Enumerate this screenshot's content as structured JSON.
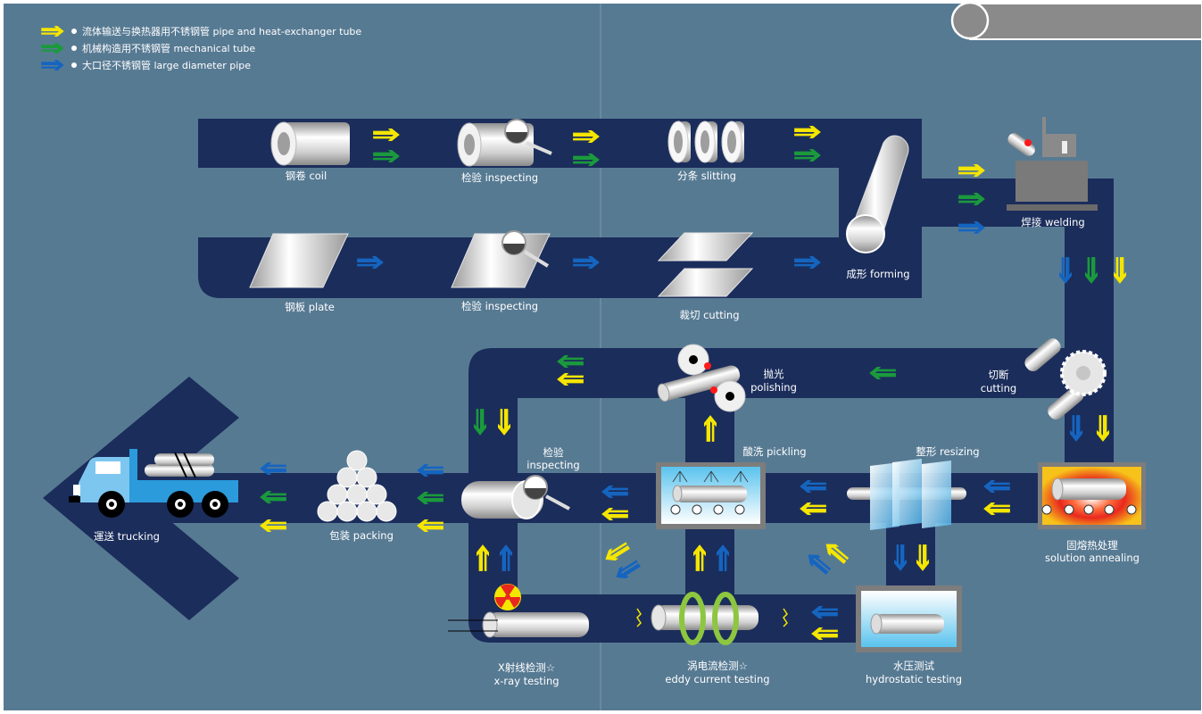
{
  "colors": {
    "background": "#577a93",
    "band": "#1b2d5b",
    "yellow_arrow": "#f5e600",
    "green_arrow": "#1a9a3c",
    "blue_arrow": "#1565c0",
    "header_bar": "#8a8a8a"
  },
  "legend": [
    {
      "color": "yellow",
      "zh": "流体输送与换热器用不锈钢管",
      "en": "pipe and heat-exchanger tube"
    },
    {
      "color": "green",
      "zh": "机械构造用不锈钢管",
      "en": "mechanical tube"
    },
    {
      "color": "blue",
      "zh": "大口径不锈钢管",
      "en": "large diameter pipe"
    }
  ],
  "steps": {
    "coil": {
      "zh": "钢卷",
      "en": "coil"
    },
    "inspecting_top": {
      "zh": "检验",
      "en": "inspecting"
    },
    "slitting": {
      "zh": "分条",
      "en": "slitting"
    },
    "plate": {
      "zh": "钢板",
      "en": "plate"
    },
    "inspecting_plate": {
      "zh": "检验",
      "en": "inspecting"
    },
    "cutting_plate": {
      "zh": "裁切",
      "en": "cutting"
    },
    "forming": {
      "zh": "成形",
      "en": "forming"
    },
    "welding": {
      "zh": "焊接",
      "en": "welding"
    },
    "cutting": {
      "zh": "切断",
      "en": "cutting"
    },
    "polishing": {
      "zh": "抛光",
      "en": "polishing"
    },
    "pickling": {
      "zh": "酸洗",
      "en": "pickling"
    },
    "resizing": {
      "zh": "整形",
      "en": "resizing"
    },
    "annealing": {
      "zh": "固熔热处理",
      "en": "solution annealing"
    },
    "inspecting_pipe": {
      "zh": "检验",
      "en": "inspecting"
    },
    "packing": {
      "zh": "包装",
      "en": "packing"
    },
    "trucking": {
      "zh": "運送",
      "en": "trucking"
    },
    "xray": {
      "zh": "X射线检测☆",
      "en": "x-ray testing"
    },
    "eddy": {
      "zh": "涡电流检测☆",
      "en": "eddy current testing"
    },
    "hydro": {
      "zh": "水压测试",
      "en": "hydrostatic testing"
    }
  }
}
